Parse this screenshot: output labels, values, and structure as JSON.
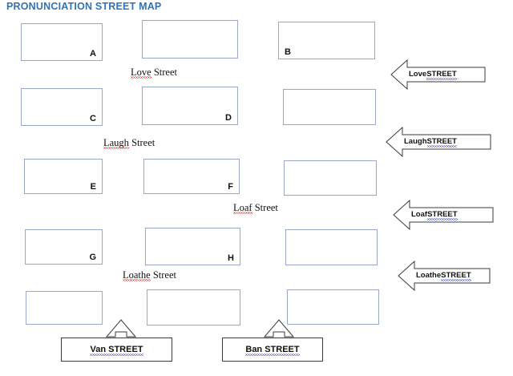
{
  "page": {
    "title": "PRONUNCIATION STREET MAP",
    "title_color": "#2E74B5",
    "background": "#ffffff",
    "block_border_color": "#9AA7C7",
    "callout_border_color": "#3b3b3b",
    "spellcheck_red": "#e03030",
    "spellcheck_blue": "#3a46d0"
  },
  "blocks": [
    {
      "letter": "A",
      "row": 1,
      "column": 1
    },
    {
      "letter": "",
      "row": 1,
      "column": 2
    },
    {
      "letter": "B",
      "row": 1,
      "column": 3
    },
    {
      "letter": "C",
      "row": 2,
      "column": 1
    },
    {
      "letter": "D",
      "row": 2,
      "column": 2
    },
    {
      "letter": "",
      "row": 2,
      "column": 3
    },
    {
      "letter": "E",
      "row": 3,
      "column": 1
    },
    {
      "letter": "F",
      "row": 3,
      "column": 2
    },
    {
      "letter": "",
      "row": 3,
      "column": 3
    },
    {
      "letter": "G",
      "row": 4,
      "column": 1
    },
    {
      "letter": "H",
      "row": 4,
      "column": 2
    },
    {
      "letter": "",
      "row": 4,
      "column": 3
    },
    {
      "letter": "",
      "row": 5,
      "column": 1
    },
    {
      "letter": "",
      "row": 5,
      "column": 2
    },
    {
      "letter": "",
      "row": 5,
      "column": 3
    }
  ],
  "street_labels": [
    {
      "misspelled": "Love",
      "rest": " Street"
    },
    {
      "misspelled": "Laugh",
      "rest": " Street"
    },
    {
      "misspelled": "Loaf",
      "rest": " Street"
    },
    {
      "misspelled": "Loathe",
      "rest": " Street"
    }
  ],
  "arrow_callouts": [
    {
      "word": "Love",
      "suffix": " STREET",
      "direction": "left"
    },
    {
      "word": "Laugh",
      "suffix": " STREET",
      "direction": "left"
    },
    {
      "word": "Loaf",
      "suffix": " STREET",
      "direction": "left"
    },
    {
      "word": "Loathe",
      "suffix": " STREET",
      "direction": "left"
    }
  ],
  "bottom_callouts": [
    {
      "word": "Van",
      "suffix": "  STREET",
      "direction": "up"
    },
    {
      "word": "Ban",
      "suffix": "  STREET",
      "direction": "up"
    }
  ]
}
